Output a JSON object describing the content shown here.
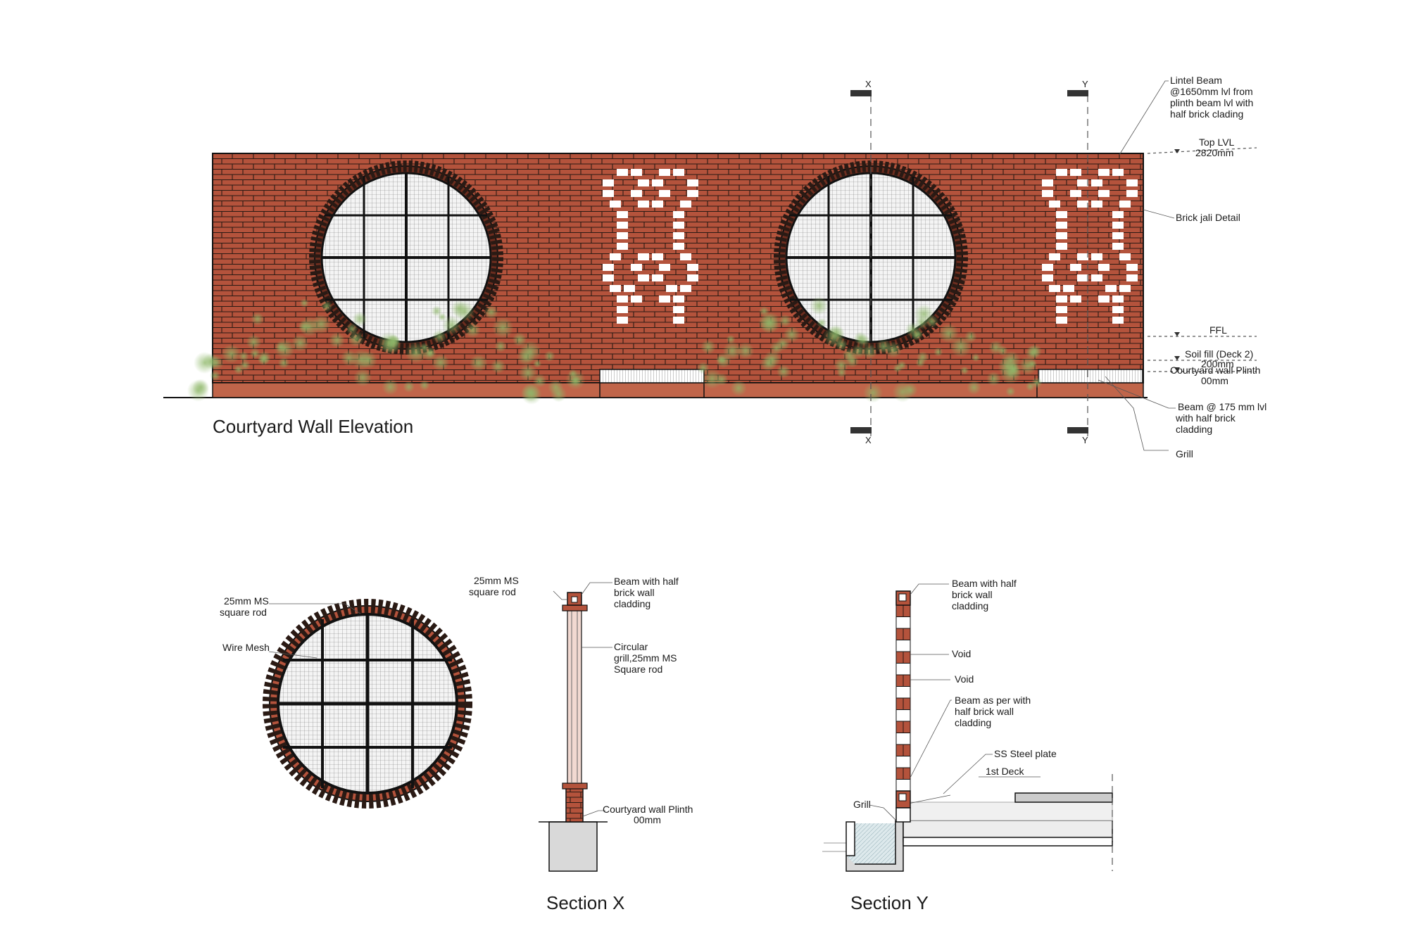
{
  "elevation": {
    "title": "Courtyard Wall Elevation",
    "section_marks": [
      "X",
      "Y"
    ],
    "labels": {
      "lintel": [
        "Lintel Beam",
        "@1650mm lvl from",
        "plinth beam lvl with",
        "half brick clading"
      ],
      "top_lvl": [
        "Top LVL",
        "2820mm"
      ],
      "jali": "Brick jali Detail",
      "ffl": "FFL",
      "soil": [
        "Soil fill (Deck 2)",
        "200mm"
      ],
      "plinth": [
        "Courtyard wall Plinth",
        "00mm"
      ],
      "beam": [
        "Beam @ 175 mm lvl",
        "with half brick",
        "cladding"
      ],
      "grill": "Grill"
    }
  },
  "circle_detail": {
    "rod": [
      "25mm MS",
      "square rod"
    ],
    "mesh": "Wire Mesh"
  },
  "section_x": {
    "title": "Section X",
    "rod": [
      "25mm MS",
      "square rod"
    ],
    "beam": [
      "Beam  with half",
      "brick wall",
      "cladding"
    ],
    "grill": [
      "Circular",
      "grill,25mm MS",
      "Square rod"
    ],
    "plinth": [
      "Courtyard wall Plinth",
      "00mm"
    ]
  },
  "section_y": {
    "title": "Section Y",
    "beam": [
      "Beam  with half",
      "brick wall",
      "cladding"
    ],
    "void1": "Void",
    "void2": "Void",
    "beam2": [
      "Beam as per with",
      "half brick wall",
      "cladding"
    ],
    "plate": "SS Steel plate",
    "deck": "1st Deck",
    "grill": "Grill"
  },
  "colors": {
    "brick": "#b4533c",
    "mortar": "#2a1a14",
    "plinth": "#c0654a",
    "ivy": "#8fb86a",
    "concrete": "#d9d9d9",
    "water": "#cfe8ee"
  }
}
